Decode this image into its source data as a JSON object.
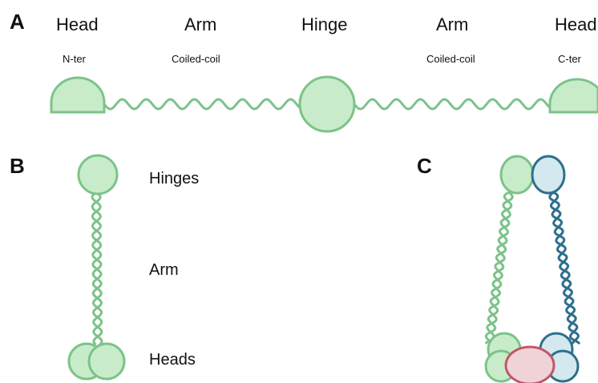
{
  "panels": {
    "a": "A",
    "b": "B",
    "c": "C"
  },
  "panel_a": {
    "labels": [
      "Head",
      "Arm",
      "Hinge",
      "Arm",
      "Head"
    ],
    "sublabels": [
      "N-ter",
      "Coiled-coil",
      "Coiled-coil",
      "C-ter"
    ]
  },
  "panel_b": {
    "hinges": "Hinges",
    "arm": "Arm",
    "heads": "Heads"
  },
  "colors": {
    "green_fill": "#c8ecc9",
    "green_stroke": "#7cc389",
    "blue_fill": "#d4e8ef",
    "blue_stroke": "#2e6f8e",
    "red_fill": "#f0d3d6",
    "red_stroke": "#c0566a"
  }
}
